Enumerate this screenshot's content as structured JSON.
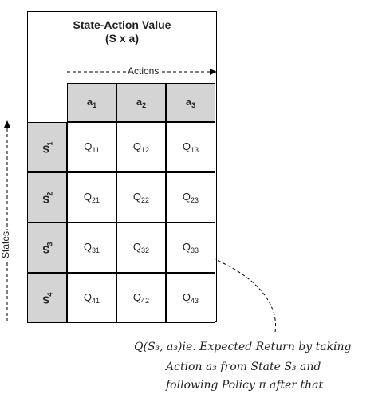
{
  "title": {
    "line1": "State-Action Value",
    "line2": "(S x a)"
  },
  "actions_label": "Actions",
  "states_label": "States",
  "columns": [
    {
      "base": "a",
      "sub": "1"
    },
    {
      "base": "a",
      "sub": "2"
    },
    {
      "base": "a",
      "sub": "3"
    }
  ],
  "rows": [
    {
      "base": "S",
      "sub": "1",
      "cells": [
        {
          "base": "Q",
          "sub": "11"
        },
        {
          "base": "Q",
          "sub": "12"
        },
        {
          "base": "Q",
          "sub": "13"
        }
      ]
    },
    {
      "base": "S",
      "sub": "2",
      "cells": [
        {
          "base": "Q",
          "sub": "21"
        },
        {
          "base": "Q",
          "sub": "22"
        },
        {
          "base": "Q",
          "sub": "23"
        }
      ]
    },
    {
      "base": "S",
      "sub": "3",
      "cells": [
        {
          "base": "Q",
          "sub": "31"
        },
        {
          "base": "Q",
          "sub": "32"
        },
        {
          "base": "Q",
          "sub": "33"
        }
      ]
    },
    {
      "base": "S",
      "sub": "4",
      "cells": [
        {
          "base": "Q",
          "sub": "41"
        },
        {
          "base": "Q",
          "sub": "42"
        },
        {
          "base": "Q",
          "sub": "43"
        }
      ]
    }
  ],
  "annotation": {
    "line1": "Q(S₃, a₃)ie. Expected Return by taking",
    "line2": "Action a₃  from State S₃ and",
    "line3": "following Policy π after that"
  },
  "colors": {
    "header_fill": "#d4d4d4",
    "cell_fill": "#ffffff",
    "border": "#000000"
  }
}
